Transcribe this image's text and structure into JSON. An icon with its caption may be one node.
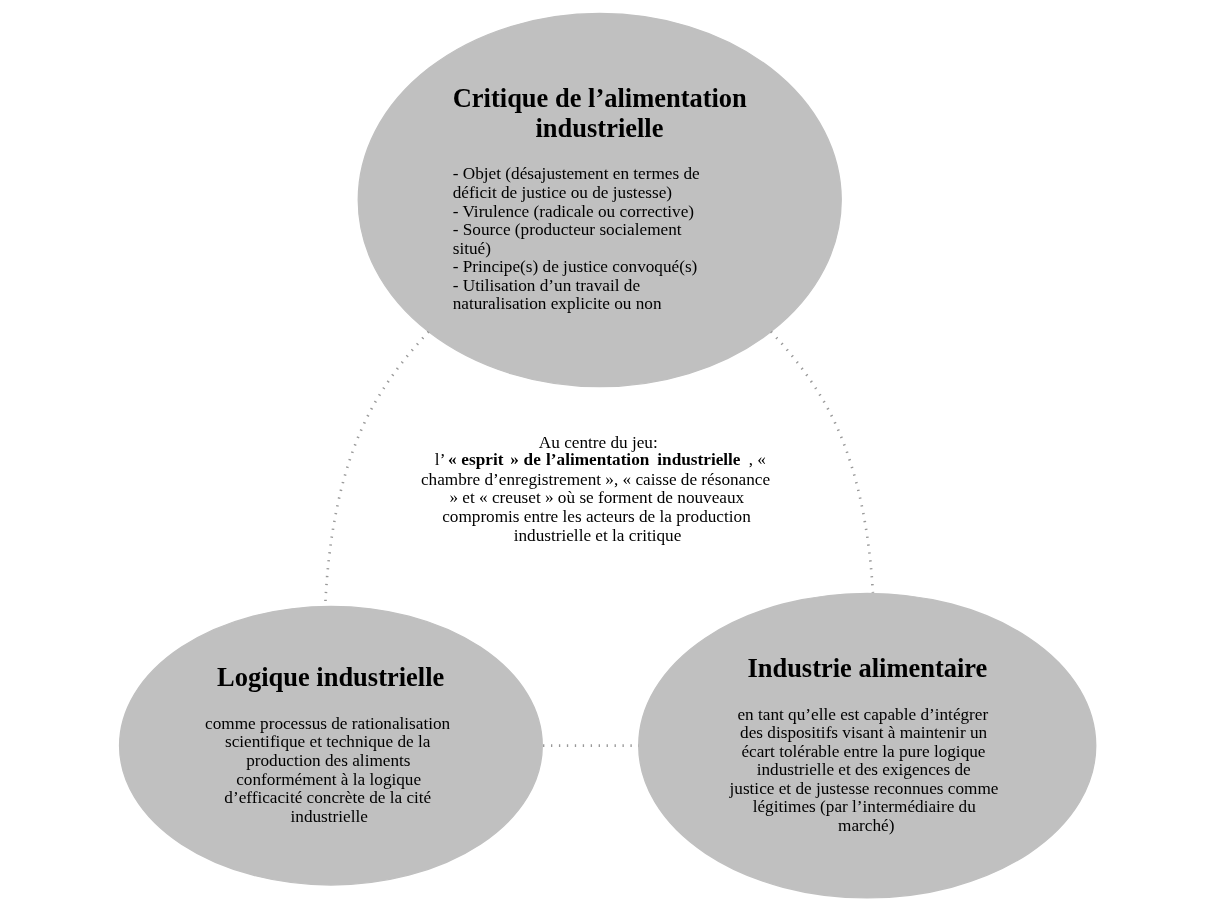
{
  "diagram": {
    "nodes": [
      {
        "text": [
          "Critique de l’alimentation industrielle",
          "- Objet (désajustement en termes de déficit de justice ou de justesse)",
          "- Virulence (radicale ou corrective)",
          "- Source (producteur socialement situé)",
          "- Principe(s) de justice convoqué(s)",
          "- Utilisation d’un travail de naturalisation explicite ou non"
        ]
      },
      {
        "text": [
          "Logique industrielle",
          "comme processus de rationalisation scientifique et technique de la production des aliments conformément à la logique d’efficacité concrète de la cité industrielle"
        ]
      },
      {
        "text": [
          "Industrie alimentaire",
          "en tant qu’elle est capable d’intégrer des dispositifs visant à maintenir un écart tolérable entre la pure logique industrielle et des exigences de justice et de justesse reconnues comme légitimes (par l’intermédiaire du marché)"
        ]
      }
    ],
    "edges": [
      {
        "from": 0,
        "to": 1,
        "arrow": "none",
        "style": "dashed"
      },
      {
        "from": 0,
        "to": 2,
        "arrow": "none",
        "style": "dashed"
      },
      {
        "from": 1,
        "to": 2,
        "arrow": "none",
        "style": "dashed"
      }
    ],
    "labels": [
      "Au centre du jeu:",
      "l’ **« esprit » de l’alimentation industrielle**, « chambre d’enregistrement », « caisse de résonance » et « creuset » où se forment de nouveaux compromis entre les acteurs de la production industrielle et la critique"
    ]
  }
}
